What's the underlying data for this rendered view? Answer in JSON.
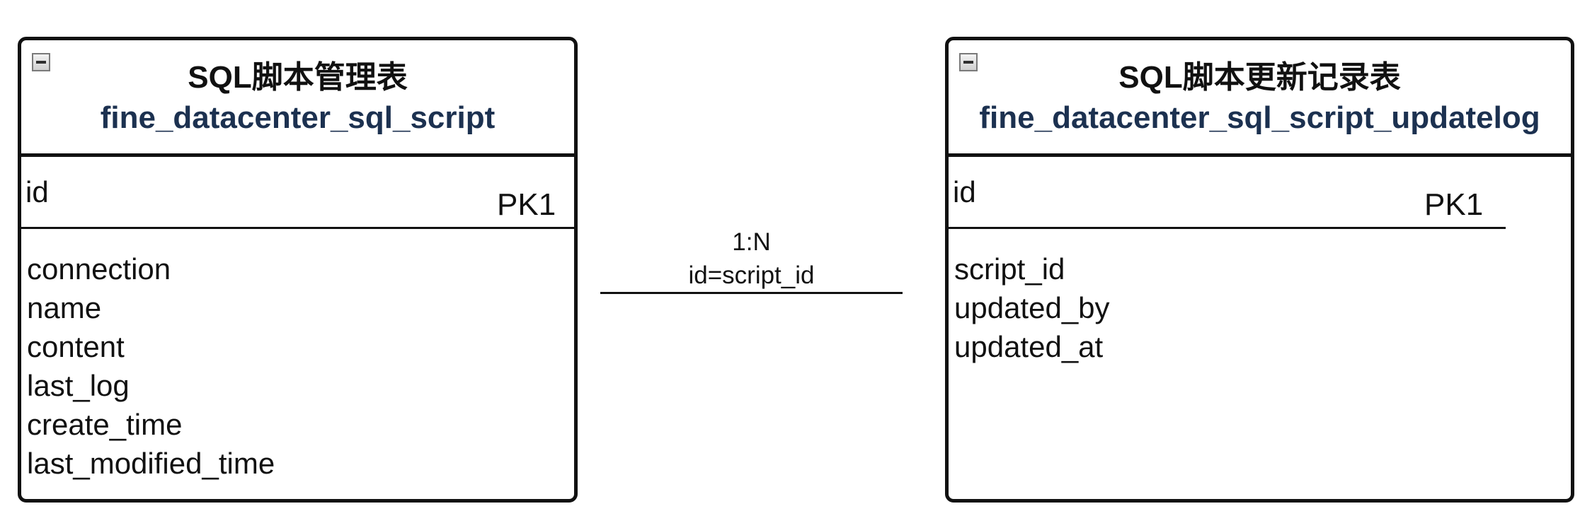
{
  "entities": [
    {
      "title_cn": "SQL脚本管理表",
      "title_en": "fine_datacenter_sql_script",
      "pk_field": "id",
      "pk_label": "PK1",
      "attributes": [
        "connection",
        "name",
        "content",
        "last_log",
        "create_time",
        "last_modified_time"
      ]
    },
    {
      "title_cn": "SQL脚本更新记录表",
      "title_en": "fine_datacenter_sql_script_updatelog",
      "pk_field": "id",
      "pk_label": "PK1",
      "attributes": [
        "script_id",
        "updated_by",
        "updated_at"
      ]
    }
  ],
  "relationship": {
    "cardinality": "1:N",
    "condition": "id=script_id"
  },
  "icons": {
    "collapse": "collapse-icon"
  },
  "colors": {
    "title_en": "#1c3150",
    "border": "#111111"
  }
}
